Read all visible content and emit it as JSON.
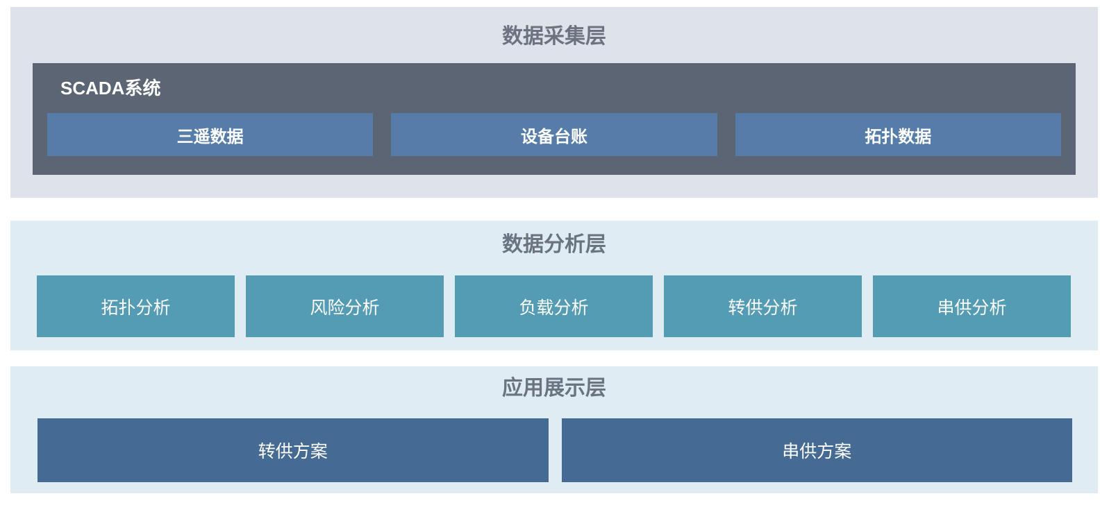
{
  "colors": {
    "page_bg": "#ffffff",
    "collection_layer_bg": "#dee2eb",
    "scada_container_bg": "#5c6574",
    "data_box_bg": "#567da9",
    "analysis_layer_bg": "#dfecf3",
    "analysis_box_bg": "#549bb4",
    "application_layer_bg": "#dfecf3",
    "application_box_bg": "#456b95",
    "layer_title_color": "#6b7280",
    "box_text_color": "#ffffff"
  },
  "layers": [
    {
      "title": "数据采集层",
      "scada": {
        "label": "SCADA系统",
        "items": [
          {
            "label": "三遥数据"
          },
          {
            "label": "设备台账"
          },
          {
            "label": "拓扑数据"
          }
        ]
      }
    },
    {
      "title": "数据分析层",
      "items": [
        {
          "label": "拓扑分析"
        },
        {
          "label": "风险分析"
        },
        {
          "label": "负载分析"
        },
        {
          "label": "转供分析"
        },
        {
          "label": "串供分析"
        }
      ]
    },
    {
      "title": "应用展示层",
      "items": [
        {
          "label": "转供方案"
        },
        {
          "label": "串供方案"
        }
      ]
    }
  ]
}
